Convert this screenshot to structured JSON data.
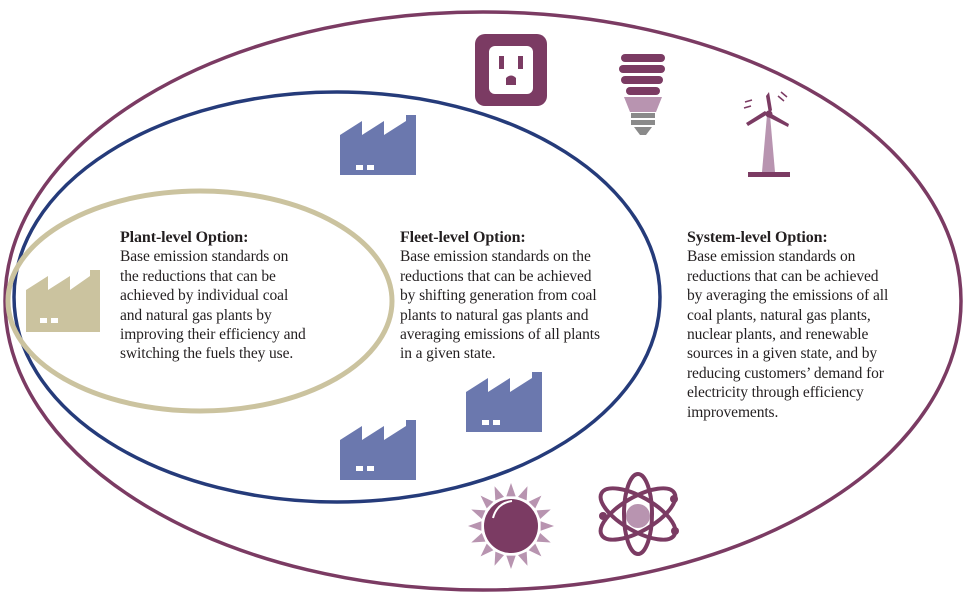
{
  "colors": {
    "system_ring": "#7b3b63",
    "fleet_ring": "#253b7a",
    "plant_ring": "#cbc39f",
    "factory_blue": "#6b78ae",
    "factory_tan": "#cbc39f",
    "icon_plum": "#7b3b63",
    "icon_mauve": "#b894b0",
    "icon_grey": "#8a8a8a"
  },
  "icons": {
    "outlet": "power-outlet-icon",
    "bulb": "light-bulb-icon",
    "wind": "wind-turbine-icon",
    "sun": "sun-icon",
    "atom": "atom-icon",
    "factory": "factory-icon"
  },
  "options": {
    "plant": {
      "title": "Plant-level Option:",
      "body": "Base emission standards on\nthe reductions that can be\nachieved by individual coal\nand natural gas plants by\nimproving their efficiency and\nswitching the fuels they use."
    },
    "fleet": {
      "title": "Fleet-level Option:",
      "body": "Base emission standards on the\nreductions that can be achieved\nby shifting generation from coal\nplants to natural gas plants and\naveraging emissions of all plants\nin a given state."
    },
    "system": {
      "title": "System-level Option:",
      "body": "Base emission standards on\nreductions that can be achieved\nby averaging the emissions of all\ncoal plants, natural gas plants,\nnuclear plants, and renewable\nsources in a given state, and by\nreducing customers’ demand for\nelectricity through efficiency\nimprovements."
    }
  }
}
